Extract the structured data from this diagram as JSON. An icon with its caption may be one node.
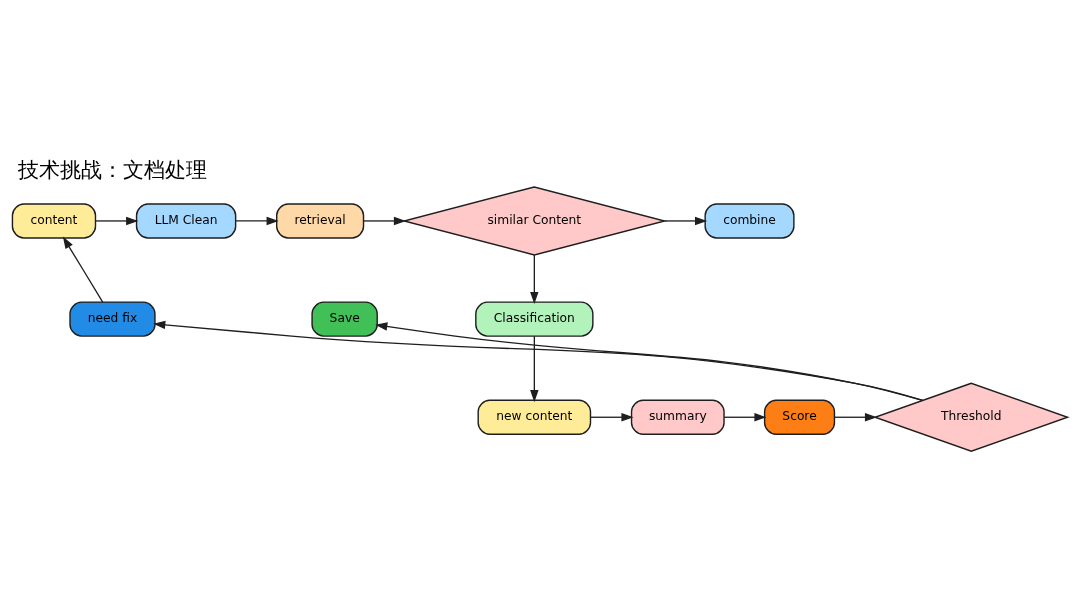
{
  "diagram": {
    "title": "技术挑战：文档处理",
    "nodes": [
      {
        "text": [
          "content"
        ]
      },
      {
        "text": [
          "LLM Clean"
        ]
      },
      {
        "text": [
          "retrieval"
        ]
      },
      {
        "text": [
          "similar Content"
        ]
      },
      {
        "text": [
          "combine"
        ]
      },
      {
        "text": [
          "Classification"
        ]
      },
      {
        "text": [
          "new content"
        ]
      },
      {
        "text": [
          "summary"
        ]
      },
      {
        "text": [
          "Score"
        ]
      },
      {
        "text": [
          "Threshold"
        ]
      },
      {
        "text": [
          "Save"
        ]
      },
      {
        "text": [
          "need fix"
        ]
      }
    ],
    "edges": [
      {
        "from": 11,
        "to": 0,
        "arrow": "to"
      },
      {
        "from": 0,
        "to": 1,
        "arrow": "to"
      },
      {
        "from": 1,
        "to": 2,
        "arrow": "to"
      },
      {
        "from": 2,
        "to": 3,
        "arrow": "to"
      },
      {
        "from": 3,
        "to": 4,
        "arrow": "to"
      },
      {
        "from": 3,
        "to": 5,
        "arrow": "to"
      },
      {
        "from": 5,
        "to": 6,
        "arrow": "to"
      },
      {
        "from": 6,
        "to": 7,
        "arrow": "to"
      },
      {
        "from": 7,
        "to": 8,
        "arrow": "to"
      },
      {
        "from": 8,
        "to": 9,
        "arrow": "to"
      },
      {
        "from": 9,
        "to": 10,
        "arrow": "to"
      },
      {
        "from": 9,
        "to": 11,
        "arrow": "to"
      }
    ]
  }
}
